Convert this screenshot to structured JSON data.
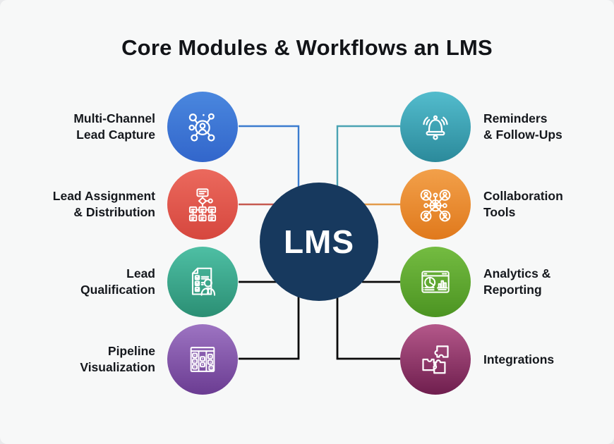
{
  "title": "Core Modules & Workflows an LMS",
  "background_color": "#f7f8f8",
  "center": {
    "label": "LMS",
    "color": "#17395e",
    "text_color": "#ffffff"
  },
  "modules": [
    {
      "id": "multi-channel-lead-capture",
      "label_lines": [
        "Multi-Channel",
        "Lead Capture"
      ],
      "side": "left",
      "icon": "network-hub-icon",
      "gradient": [
        "#4a87de",
        "#3266cb"
      ],
      "connector_color": "#3b7ccf"
    },
    {
      "id": "lead-assignment-distribution",
      "label_lines": [
        "Lead Assignment",
        "& Distribution"
      ],
      "side": "left",
      "icon": "flowchart-icon",
      "gradient": [
        "#eb695d",
        "#d6473e"
      ],
      "connector_color": "#c65a50"
    },
    {
      "id": "lead-qualification",
      "label_lines": [
        "Lead",
        "Qualification"
      ],
      "side": "left",
      "icon": "document-person-icon",
      "gradient": [
        "#4ebfa4",
        "#2b8f74"
      ],
      "connector_color": "#0a0a0a"
    },
    {
      "id": "pipeline-visualization",
      "label_lines": [
        "Pipeline",
        "Visualization"
      ],
      "side": "left",
      "icon": "kanban-board-icon",
      "gradient": [
        "#9d74c2",
        "#6b3c92"
      ],
      "connector_color": "#0a0a0a"
    },
    {
      "id": "reminders-follow-ups",
      "label_lines": [
        "Reminders",
        "& Follow-Ups"
      ],
      "side": "right",
      "icon": "bell-icon",
      "gradient": [
        "#53bccd",
        "#2b8a9b"
      ],
      "connector_color": "#4aa3b3"
    },
    {
      "id": "collaboration-tools",
      "label_lines": [
        "Collaboration",
        "Tools"
      ],
      "side": "right",
      "icon": "people-network-icon",
      "gradient": [
        "#f2a04a",
        "#e0791c"
      ],
      "connector_color": "#e29a4a"
    },
    {
      "id": "analytics-reporting",
      "label_lines": [
        "Analytics &",
        "Reporting"
      ],
      "side": "right",
      "icon": "dashboard-charts-icon",
      "gradient": [
        "#74bc41",
        "#4c9422"
      ],
      "connector_color": "#0a0a0a"
    },
    {
      "id": "integrations",
      "label_lines": [
        "Integrations"
      ],
      "side": "right",
      "icon": "puzzle-icon",
      "gradient": [
        "#b4588a",
        "#6f1e4e"
      ],
      "connector_color": "#0a0a0a"
    }
  ]
}
